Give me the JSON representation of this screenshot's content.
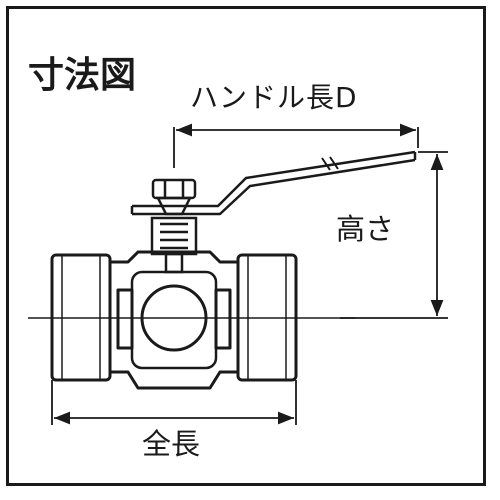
{
  "diagram": {
    "title": "寸法図",
    "dimensions": {
      "handle_length": "ハンドル長D",
      "height": "高さ",
      "overall_length": "全長"
    },
    "colors": {
      "line": "#1a1a1a",
      "background": "#ffffff"
    }
  }
}
